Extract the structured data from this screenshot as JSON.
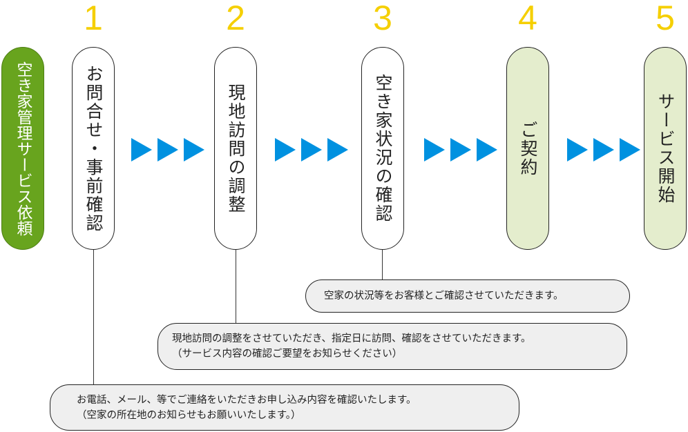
{
  "start": {
    "label": "空き家管理サービス依頼"
  },
  "steps": [
    {
      "number": "1",
      "label": "お問合せ・事前確認"
    },
    {
      "number": "2",
      "label": "現地訪問の調整"
    },
    {
      "number": "3",
      "label": "空き家状況の確認"
    },
    {
      "number": "4",
      "label": "ご契約"
    },
    {
      "number": "5",
      "label": "サービス開始"
    }
  ],
  "notes": {
    "step3": "空家の状況等をお客様とご確認させていただきます。",
    "step2": [
      "現地訪問の調整をさせていただき、指定日に訪問、確認をさせていただきます。",
      "（サービス内容の確認ご要望をお知らせください）"
    ],
    "step1": [
      "お電話、メール、等でご連絡をいただきお申し込み内容を確認いたします。",
      "（空家の所在地のお知らせもお願いいたします。）"
    ]
  },
  "colors": {
    "number": "#f5cf00",
    "arrow": "#0091e0",
    "start": "#68a41e",
    "final": "#e4edcd"
  }
}
